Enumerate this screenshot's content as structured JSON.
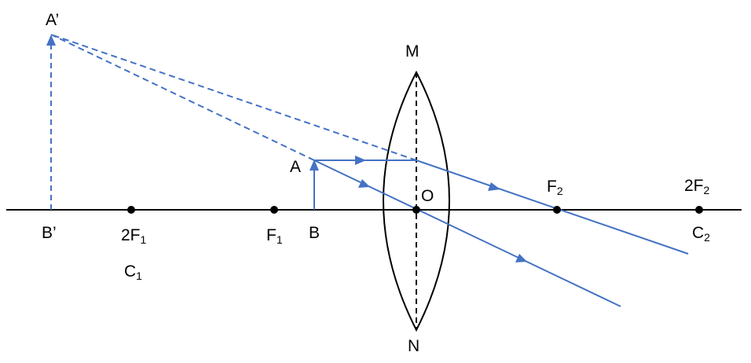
{
  "colors": {
    "axis": "#000000",
    "ray": "#4472c4",
    "background": "#ffffff"
  },
  "labels": {
    "a_prime": "A’",
    "b_prime": "B’",
    "m": "M",
    "n": "N",
    "o": "O",
    "a": "A",
    "b": "B",
    "f1": {
      "main": "F",
      "sub": "1"
    },
    "two_f1": {
      "main": "2F",
      "sub": "1"
    },
    "c1": {
      "main": "C",
      "sub": "1"
    },
    "f2": {
      "main": "F",
      "sub": "2"
    },
    "two_f2": {
      "main": "2F",
      "sub": "2"
    },
    "c2": {
      "main": "C",
      "sub": "2"
    }
  }
}
